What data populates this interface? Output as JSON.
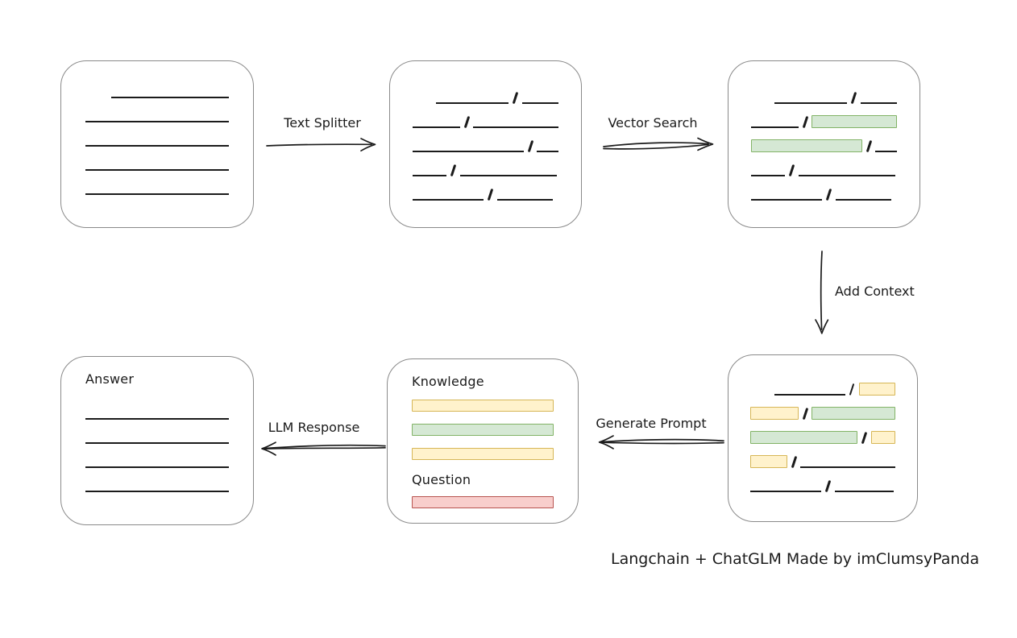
{
  "caption": "Langchain + ChatGLM Made by imClumsyPanda",
  "colors": {
    "ink": "#1b1b1b",
    "box_border": "#8a8a8a",
    "green_fill": "#d5e8d4",
    "green_stroke": "#82b366",
    "yellow_fill": "#fff2cc",
    "yellow_stroke": "#d6b656",
    "red_fill": "#f8cecc",
    "red_stroke": "#b85450"
  },
  "labels": {
    "text_splitter": "Text Splitter",
    "vector_search": "Vector Search",
    "add_context": "Add Context",
    "generate_prompt": "Generate Prompt",
    "llm_response": "LLM Response"
  },
  "prompt_box": {
    "knowledge": "Knowledge",
    "question": "Question"
  },
  "answer_box": {
    "title": "Answer"
  },
  "boxes": {
    "document": {
      "rows": [
        {
          "indent": 32,
          "segs": [
            {
              "t": "line",
              "w": 148
            }
          ]
        },
        {
          "segs": [
            {
              "t": "line",
              "w": 180
            }
          ]
        },
        {
          "segs": [
            {
              "t": "line",
              "w": 180
            }
          ]
        },
        {
          "segs": [
            {
              "t": "line",
              "w": 180
            }
          ]
        },
        {
          "segs": [
            {
              "t": "line",
              "w": 180
            }
          ]
        }
      ]
    },
    "split": {
      "rows": [
        {
          "indent": 29,
          "segs": [
            {
              "t": "line",
              "w": 90
            },
            {
              "t": "slash"
            },
            {
              "t": "line",
              "w": 45
            }
          ]
        },
        {
          "segs": [
            {
              "t": "line",
              "w": 59
            },
            {
              "t": "slash"
            },
            {
              "t": "line",
              "w": 106
            }
          ]
        },
        {
          "segs": [
            {
              "t": "line",
              "w": 138
            },
            {
              "t": "slash"
            },
            {
              "t": "line",
              "w": 27
            }
          ]
        },
        {
          "segs": [
            {
              "t": "line",
              "w": 42
            },
            {
              "t": "slash"
            },
            {
              "t": "line",
              "w": 120
            }
          ]
        },
        {
          "segs": [
            {
              "t": "line",
              "w": 88
            },
            {
              "t": "slash"
            },
            {
              "t": "line",
              "w": 69
            }
          ]
        }
      ]
    },
    "matched": {
      "rows": [
        {
          "indent": 29,
          "segs": [
            {
              "t": "line",
              "w": 90
            },
            {
              "t": "slash"
            },
            {
              "t": "line",
              "w": 45
            }
          ]
        },
        {
          "segs": [
            {
              "t": "line",
              "w": 59
            },
            {
              "t": "slash"
            },
            {
              "t": "chunk",
              "c": "green",
              "w": 106
            }
          ]
        },
        {
          "segs": [
            {
              "t": "chunk",
              "c": "green",
              "w": 138
            },
            {
              "t": "slash"
            },
            {
              "t": "line",
              "w": 27
            }
          ]
        },
        {
          "segs": [
            {
              "t": "line",
              "w": 42
            },
            {
              "t": "slash"
            },
            {
              "t": "line",
              "w": 120
            }
          ]
        },
        {
          "segs": [
            {
              "t": "line",
              "w": 88
            },
            {
              "t": "slash"
            },
            {
              "t": "line",
              "w": 69
            }
          ]
        }
      ]
    },
    "context": {
      "rows": [
        {
          "indent": 30,
          "segs": [
            {
              "t": "line",
              "w": 92
            },
            {
              "t": "slash"
            },
            {
              "t": "chunk",
              "c": "yellow",
              "w": 47
            }
          ]
        },
        {
          "segs": [
            {
              "t": "chunk",
              "c": "yellow",
              "w": 61
            },
            {
              "t": "slash"
            },
            {
              "t": "chunk",
              "c": "green",
              "w": 106
            }
          ]
        },
        {
          "segs": [
            {
              "t": "chunk",
              "c": "green",
              "w": 138
            },
            {
              "t": "slash"
            },
            {
              "t": "chunk",
              "c": "yellow",
              "w": 31
            }
          ]
        },
        {
          "segs": [
            {
              "t": "chunk",
              "c": "yellow",
              "w": 46
            },
            {
              "t": "slash"
            },
            {
              "t": "line",
              "w": 118
            }
          ]
        },
        {
          "segs": [
            {
              "t": "line",
              "w": 88
            },
            {
              "t": "slash"
            },
            {
              "t": "line",
              "w": 73
            }
          ]
        }
      ]
    },
    "knowledge_bars": {
      "rows": [
        {
          "segs": [
            {
              "t": "chunk",
              "c": "yellow",
              "w": 183
            }
          ]
        },
        {
          "segs": [
            {
              "t": "chunk",
              "c": "green",
              "w": 183
            }
          ]
        },
        {
          "segs": [
            {
              "t": "chunk",
              "c": "yellow",
              "w": 183
            }
          ]
        }
      ]
    },
    "question_bar": {
      "rows": [
        {
          "segs": [
            {
              "t": "chunk",
              "c": "red",
              "w": 183
            }
          ]
        }
      ]
    },
    "answer_lines": {
      "rows": [
        {
          "segs": [
            {
              "t": "line",
              "w": 180
            }
          ]
        },
        {
          "segs": [
            {
              "t": "line",
              "w": 180
            }
          ]
        },
        {
          "segs": [
            {
              "t": "line",
              "w": 180
            }
          ]
        },
        {
          "segs": [
            {
              "t": "line",
              "w": 180
            }
          ]
        }
      ]
    }
  }
}
